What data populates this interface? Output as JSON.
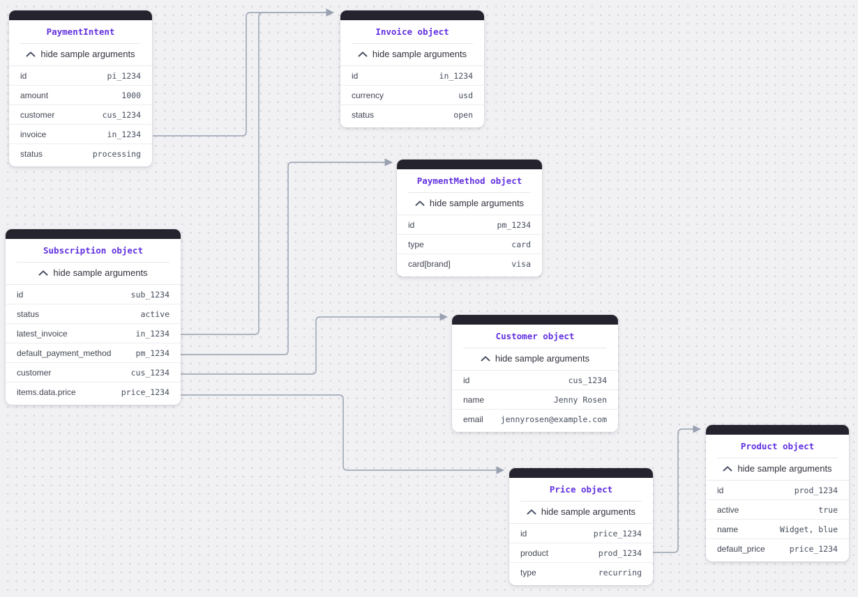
{
  "colors": {
    "accent_title": "#6130e0",
    "card_header": "#25242e",
    "connector": "#a3abb8",
    "canvas_bg": "#f1f1f4"
  },
  "icons": {
    "toggle": "chevron-up-icon",
    "connector_end": "arrowhead-right"
  },
  "cards": [
    {
      "id": "payment-intent",
      "title": "PaymentIntent",
      "toggle_label": "hide sample arguments",
      "rows": [
        {
          "key": "id",
          "value": "pi_1234"
        },
        {
          "key": "amount",
          "value": "1000"
        },
        {
          "key": "customer",
          "value": "cus_1234"
        },
        {
          "key": "invoice",
          "value": "in_1234"
        },
        {
          "key": "status",
          "value": "processing"
        }
      ]
    },
    {
      "id": "invoice",
      "title": "Invoice object",
      "toggle_label": "hide sample arguments",
      "rows": [
        {
          "key": "id",
          "value": "in_1234"
        },
        {
          "key": "currency",
          "value": "usd"
        },
        {
          "key": "status",
          "value": "open"
        }
      ]
    },
    {
      "id": "payment-method",
      "title": "PaymentMethod object",
      "toggle_label": "hide sample arguments",
      "rows": [
        {
          "key": "id",
          "value": "pm_1234"
        },
        {
          "key": "type",
          "value": "card"
        },
        {
          "key": "card[brand]",
          "value": "visa"
        }
      ]
    },
    {
      "id": "subscription",
      "title": "Subscription object",
      "toggle_label": "hide sample arguments",
      "rows": [
        {
          "key": "id",
          "value": "sub_1234"
        },
        {
          "key": "status",
          "value": "active"
        },
        {
          "key": "latest_invoice",
          "value": "in_1234"
        },
        {
          "key": "default_payment_method",
          "value": "pm_1234"
        },
        {
          "key": "customer",
          "value": "cus_1234"
        },
        {
          "key": "items.data.price",
          "value": "price_1234"
        }
      ]
    },
    {
      "id": "customer",
      "title": "Customer object",
      "toggle_label": "hide sample arguments",
      "rows": [
        {
          "key": "id",
          "value": "cus_1234"
        },
        {
          "key": "name",
          "value": "Jenny Rosen"
        },
        {
          "key": "email",
          "value": "jennyrosen@example.com"
        }
      ]
    },
    {
      "id": "price",
      "title": "Price object",
      "toggle_label": "hide sample arguments",
      "rows": [
        {
          "key": "id",
          "value": "price_1234"
        },
        {
          "key": "product",
          "value": "prod_1234"
        },
        {
          "key": "type",
          "value": "recurring"
        }
      ]
    },
    {
      "id": "product",
      "title": "Product object",
      "toggle_label": "hide sample arguments",
      "rows": [
        {
          "key": "id",
          "value": "prod_1234"
        },
        {
          "key": "active",
          "value": "true"
        },
        {
          "key": "name",
          "value": "Widget, blue"
        },
        {
          "key": "default_price",
          "value": "price_1234"
        }
      ]
    }
  ],
  "connections": [
    {
      "from": "PaymentIntent.invoice",
      "to": "Invoice object"
    },
    {
      "from": "Subscription object.latest_invoice",
      "to": "Invoice object"
    },
    {
      "from": "Subscription object.default_payment_method",
      "to": "PaymentMethod object"
    },
    {
      "from": "Subscription object.customer",
      "to": "Customer object"
    },
    {
      "from": "Subscription object.items.data.price",
      "to": "Price object"
    },
    {
      "from": "Price object.product",
      "to": "Product object"
    }
  ]
}
